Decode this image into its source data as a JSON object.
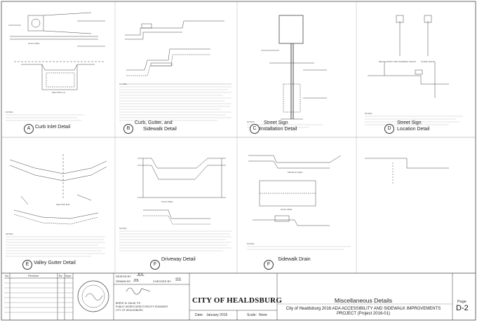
{
  "details": [
    {
      "letter": "A",
      "title": "Curb Inlet Detail"
    },
    {
      "letter": "B",
      "title": "Curb, Gutter, and",
      "title2": "Sidewalk Detail"
    },
    {
      "letter": "C",
      "title": "Street Sign",
      "title2": "Installation Detail"
    },
    {
      "letter": "D",
      "title": "Street Sign",
      "title2": "Location Detail"
    },
    {
      "letter": "E",
      "title": "Valley Gutter Detail"
    },
    {
      "letter": "F",
      "title": "Driveway Detail"
    },
    {
      "letter": "F",
      "title": "Sidewalk Drain"
    }
  ],
  "labels": {
    "plan_view": "PLAN VIEW",
    "section_a": "SECTION A-A",
    "section_bb": "SECTION B-B",
    "notes": "NOTES:",
    "profile_view": "PROFILE VIEW",
    "regulatory": "REGULATORY AND WARNING SIGNS",
    "guide_signs": "GUIDE SIGNS"
  },
  "revision_table": {
    "headers": [
      "No.",
      "Revision",
      "By",
      "Appr."
    ]
  },
  "title_block": {
    "design_by_label": "DESIGN BY",
    "design_by": "JDL",
    "drawn_by_label": "DRAWN BY",
    "drawn_by": "JDL",
    "checked_by_label": "CHECKED BY",
    "checked_by": "SS",
    "engineer_line1": "BRENT M. SALMI, P.E.",
    "engineer_line2": "PUBLIC WORKS DIRECTOR/CITY ENGINEER",
    "engineer_line3": "CITY OF HEALDSBURG",
    "date_label": "Date:",
    "date": "January 2016",
    "scale_label": "Scale:",
    "scale": "None",
    "city": "CITY OF HEALDSBURG",
    "sheet_title": "Miscellaneous Details",
    "project_line1": "City of Healdsburg 2016 ADA ACCESSIBILITY AND SIDEWALK IMPROVEMENTS",
    "project_line2": "PROJECT (Project 2016-01)",
    "page_label": "Page",
    "page_number": "D-2"
  }
}
